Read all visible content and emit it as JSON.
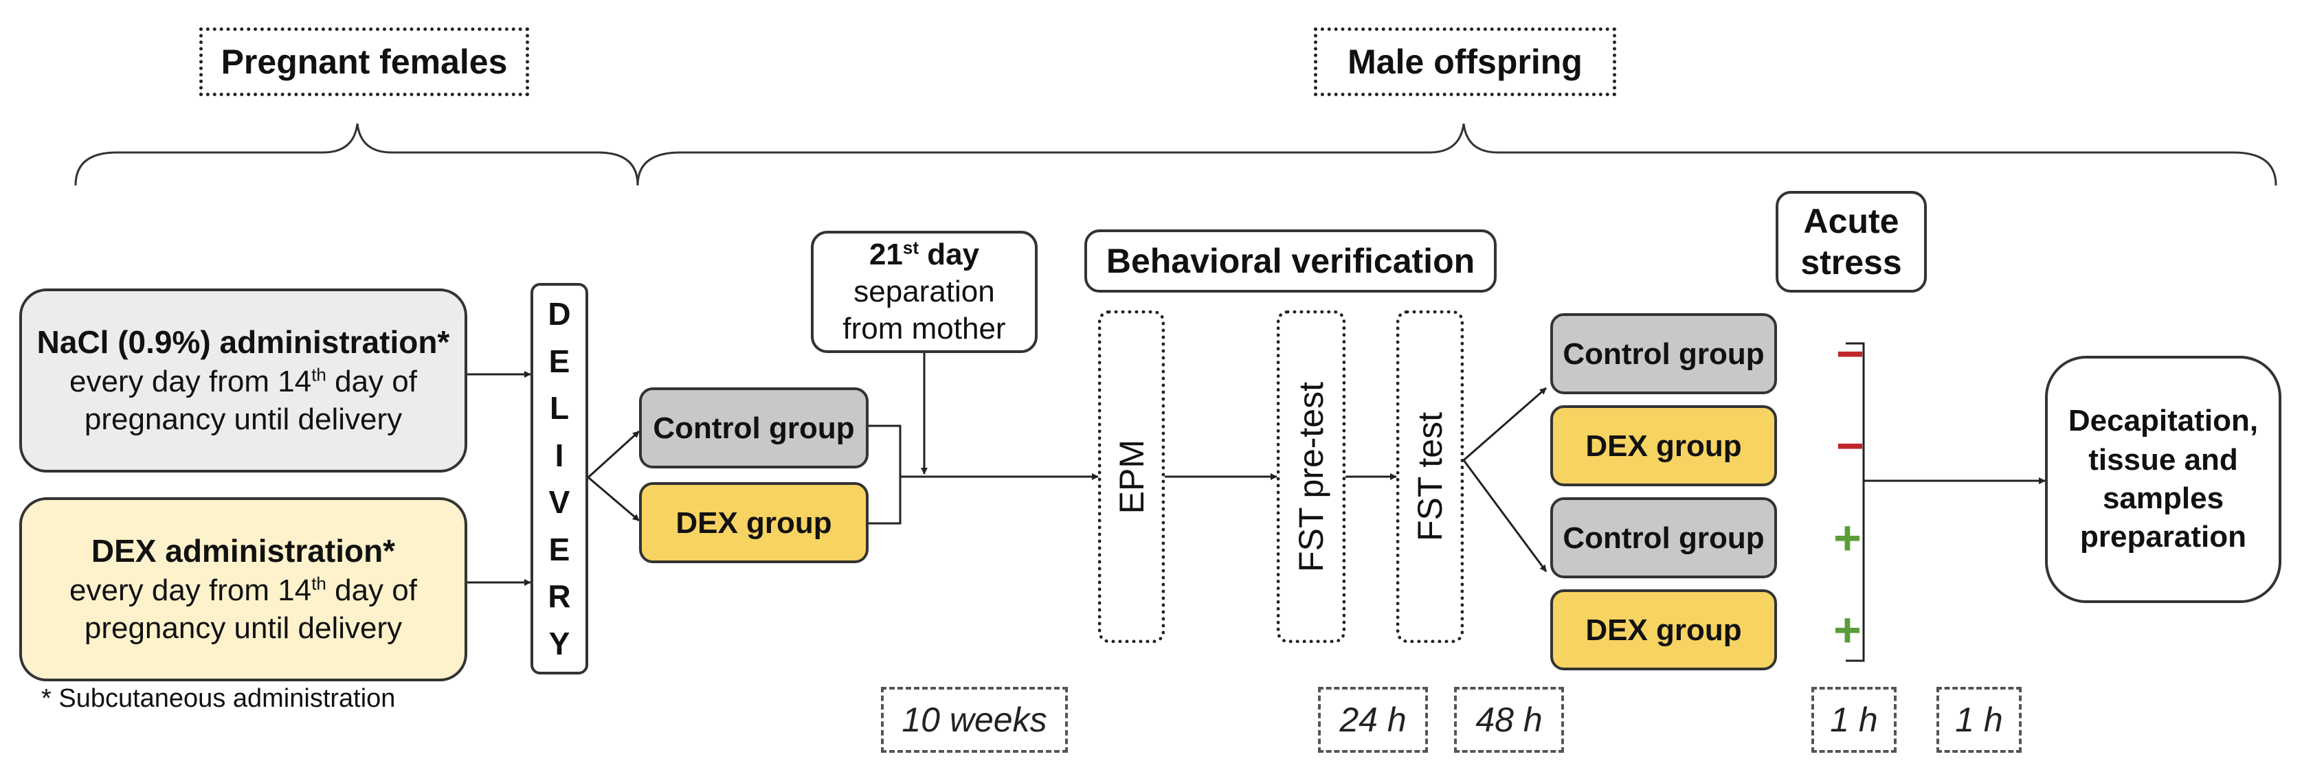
{
  "phase_labels": {
    "pregnant_females": "Pregnant females",
    "male_offspring": "Male offspring"
  },
  "treatments": {
    "nacl_title": "NaCl (0.9%) administration*",
    "dex_title": "DEX administration*",
    "schedule_prefix": "every day from 14",
    "schedule_sup": "th",
    "schedule_suffix": " day of",
    "schedule_line2": "pregnancy until delivery",
    "footnote": "* Subcutaneous administration"
  },
  "delivery_letters": [
    "D",
    "E",
    "L",
    "I",
    "V",
    "E",
    "R",
    "Y"
  ],
  "groups": {
    "control": "Control group",
    "dex": "DEX group"
  },
  "separation": {
    "day_num": "21",
    "day_sup": "st",
    "day_word": " day",
    "line2": "separation",
    "line3": "from mother"
  },
  "behavioral": {
    "title": "Behavioral verification",
    "tests": [
      "EPM",
      "FST pre-test",
      "FST test"
    ]
  },
  "acute_stress": {
    "line1": "Acute",
    "line2": "stress",
    "signs": [
      "−",
      "−",
      "+",
      "+"
    ]
  },
  "final": {
    "line1": "Decapitation,",
    "line2": "tissue and",
    "line3": "samples",
    "line4": "preparation"
  },
  "durations": [
    "10 weeks",
    "24 h",
    "48 h",
    "1 h",
    "1 h"
  ],
  "colors": {
    "control_fill": "#c8c8c8",
    "dex_fill": "#f7d362",
    "nacl_panel": "#ececec",
    "dex_panel": "#fdf2cc",
    "minus": "#c0272d",
    "plus": "#5a9e3a"
  }
}
